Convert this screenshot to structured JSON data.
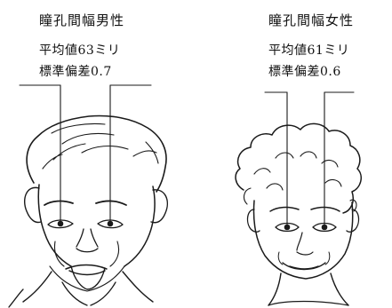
{
  "male": {
    "title": "瞳孔間幅男性",
    "mean": "平均値63ミリ",
    "sd": "標準偏差0.7"
  },
  "female": {
    "title": "瞳孔間幅女性",
    "mean": "平均値61ミリ",
    "sd": "標準偏差0.6"
  }
}
